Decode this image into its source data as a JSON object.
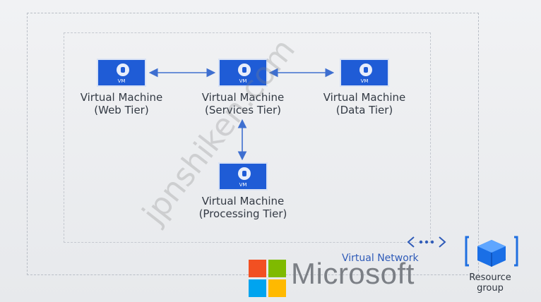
{
  "diagram": {
    "nodes": [
      {
        "id": "web",
        "icon_text": "VM",
        "line1": "Virtual Machine",
        "line2": "(Web Tier)"
      },
      {
        "id": "services",
        "icon_text": "VM",
        "line1": "Virtual Machine",
        "line2": "(Services Tier)"
      },
      {
        "id": "data",
        "icon_text": "VM",
        "line1": "Virtual Machine",
        "line2": "(Data Tier)"
      },
      {
        "id": "processing",
        "icon_text": "VM",
        "line1": "Virtual Machine",
        "line2": "(Processing Tier)"
      }
    ],
    "edges": [
      {
        "from": "web",
        "to": "services",
        "bidirectional": true
      },
      {
        "from": "services",
        "to": "data",
        "bidirectional": true
      },
      {
        "from": "services",
        "to": "processing",
        "bidirectional": true
      }
    ],
    "network_label": "Virtual Network",
    "resource_group": {
      "line1": "Resource",
      "line2": "group"
    }
  },
  "branding": {
    "microsoft_word": "Microsoft",
    "logo_colors": [
      "#f25022",
      "#7fba00",
      "#00a4ef",
      "#ffb900"
    ],
    "watermark": "jpnshiken.com"
  },
  "colors": {
    "vm_blue": "#1f5cd6",
    "arrow_blue": "#3e6fd0",
    "network_blue": "#2f5bb8"
  }
}
